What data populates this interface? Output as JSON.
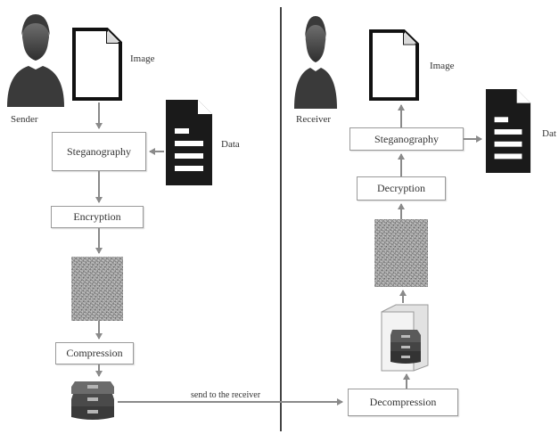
{
  "sender": {
    "person_label": "Sender",
    "image_label": "Image",
    "data_label": "Data",
    "steps": {
      "steganography": "Steganography",
      "encryption": "Encryption",
      "compression": "Compression"
    }
  },
  "receiver": {
    "person_label": "Receiver",
    "image_label": "Image",
    "data_label": "Dat",
    "steps": {
      "steganography": "Steganography",
      "decryption": "Decryption",
      "decompression": "Decompression"
    }
  },
  "transfer_label": "send to the receiver",
  "icons": {
    "person": "user-silhouette-icon",
    "image": "image-file-icon",
    "data": "document-icon",
    "encrypted": "noise-image-icon",
    "compressed": "archive-stack-icon",
    "extract": "folder-archive-icon"
  },
  "colors": {
    "box_border": "#9a9a9a",
    "arrow": "#8a8a8a",
    "divider": "#444444",
    "icon_dark": "#1a1a1a"
  }
}
